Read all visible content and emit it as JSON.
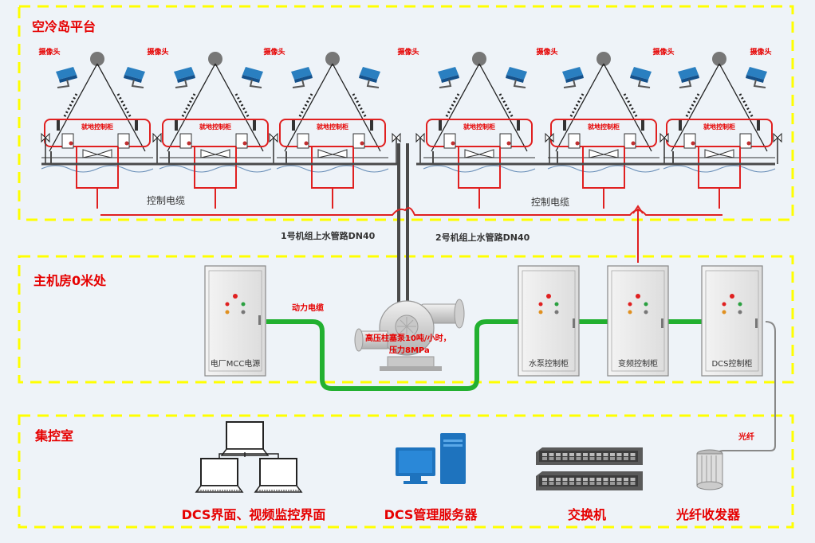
{
  "zones": {
    "top": "空冷岛平台",
    "mid": "主机房0米处",
    "bottom": "集控室"
  },
  "camera_label": "摄像头",
  "local_cabinet_label": "就地控制柜",
  "control_cable_left": "控制电缆",
  "control_cable_right": "控制电缆",
  "pipe_label_1": "1号机组上水管路DN40",
  "pipe_label_2": "2号机组上水管路DN40",
  "power_cable_label": "动力电缆",
  "pump_label_line1": "高压柱塞泵10吨/小时，",
  "pump_label_line2": "压力8MPa",
  "fiber_label": "光纤",
  "cabinets": {
    "mcc": "电厂MCC电源",
    "pump": "水泵控制柜",
    "vfd": "变频控制柜",
    "dcs": "DCS控制柜"
  },
  "control_room": {
    "dcs_ui": "DCS界面、视频监控界面",
    "server": "DCS管理服务器",
    "switch": "交换机",
    "transceiver": "光纤收发器"
  },
  "colors": {
    "zone_border": "#ffff00",
    "accent_text": "#e60000",
    "control_cable": "#e02020",
    "power_cable": "#22b030",
    "pipe": "#4a4a4a",
    "camera": "#2a7fc0",
    "monitor_blue": "#1e73be",
    "switch_gray": "#505050"
  }
}
